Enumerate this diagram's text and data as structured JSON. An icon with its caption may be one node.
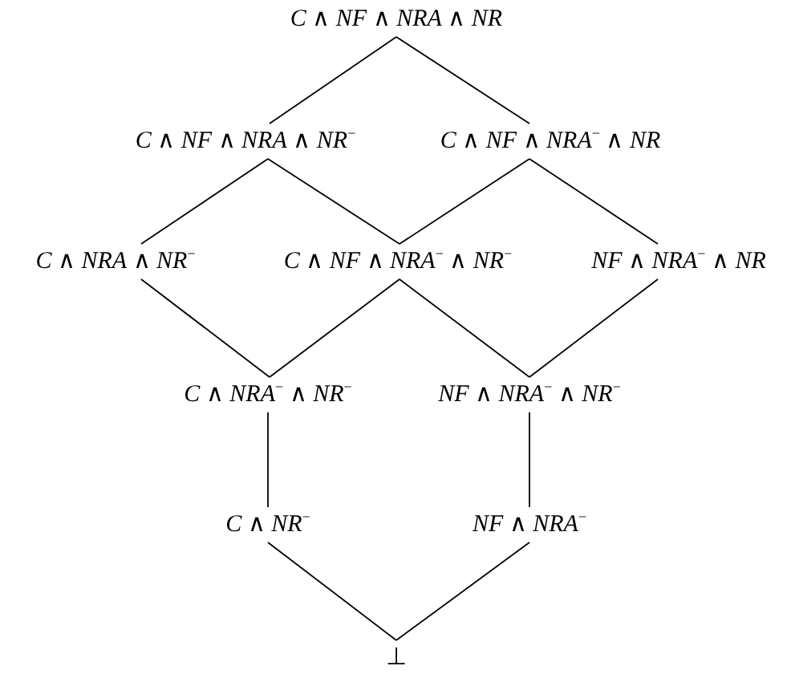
{
  "diagram": {
    "nodes": [
      {
        "text": [
          "*C* ∧ *NF* ∧ *NRA* ∧ *NR*"
        ]
      },
      {
        "text": [
          "*C* ∧ *NF* ∧ *NRA* ∧ *NR*$^{−}$"
        ]
      },
      {
        "text": [
          "*C* ∧ *NF* ∧ *NRA*$^{−}$ ∧ *NR*"
        ]
      },
      {
        "text": [
          "*C* ∧ *NRA* ∧ *NR*$^{−}$"
        ]
      },
      {
        "text": [
          "*C* ∧ *NF* ∧ *NRA*$^{−}$ ∧ *NR*$^{−}$"
        ]
      },
      {
        "text": [
          "*NF* ∧ *NRA*$^{−}$ ∧ *NR*"
        ]
      },
      {
        "text": [
          "*C* ∧ *NRA*$^{−}$ ∧ *NR*$^{−}$"
        ]
      },
      {
        "text": [
          "*NF* ∧ *NRA*$^{−}$ ∧ *NR*$^{−}$"
        ]
      },
      {
        "text": [
          "*C* ∧ *NR*$^{−}$"
        ]
      },
      {
        "text": [
          "*NF* ∧ *NRA*$^{−}$"
        ]
      },
      {
        "text": [
          "⊥"
        ]
      }
    ],
    "edges": [
      {
        "from": 0,
        "to": 1,
        "arrow": "none"
      },
      {
        "from": 0,
        "to": 2,
        "arrow": "none"
      },
      {
        "from": 1,
        "to": 3,
        "arrow": "none"
      },
      {
        "from": 1,
        "to": 4,
        "arrow": "none"
      },
      {
        "from": 2,
        "to": 4,
        "arrow": "none"
      },
      {
        "from": 2,
        "to": 5,
        "arrow": "none"
      },
      {
        "from": 3,
        "to": 6,
        "arrow": "none"
      },
      {
        "from": 4,
        "to": 6,
        "arrow": "none"
      },
      {
        "from": 4,
        "to": 7,
        "arrow": "none"
      },
      {
        "from": 5,
        "to": 7,
        "arrow": "none"
      },
      {
        "from": 6,
        "to": 8,
        "arrow": "none"
      },
      {
        "from": 7,
        "to": 9,
        "arrow": "none"
      },
      {
        "from": 8,
        "to": 10,
        "arrow": "none"
      },
      {
        "from": 9,
        "to": 10,
        "arrow": "none"
      }
    ]
  }
}
